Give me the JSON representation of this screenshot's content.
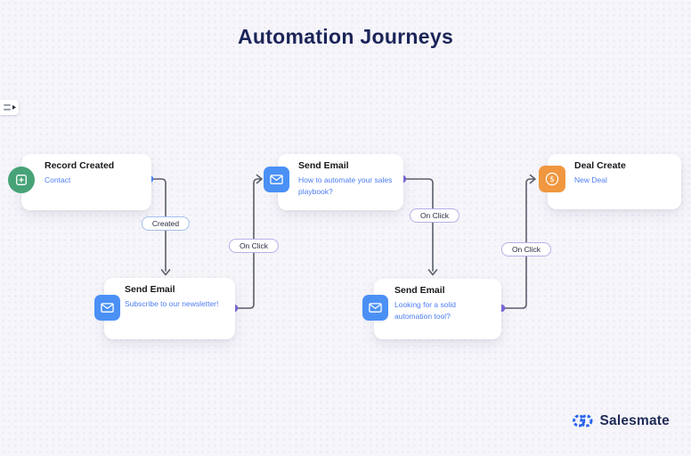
{
  "title": "Automation Journeys",
  "canvas": {
    "background_color": "#f6f5fa",
    "edge_color": "#5a5f6b"
  },
  "nodes": [
    {
      "id": "record-created",
      "title": "Record Created",
      "subtitle": "Contact",
      "icon": "record-plus-icon",
      "icon_color": "#47a377",
      "icon_shape": "circle",
      "output_port_color": "#4b8af7"
    },
    {
      "id": "send-email-playbook",
      "title": "Send Email",
      "subtitle": "How to automate your sales playbook?",
      "icon": "envelope-icon",
      "icon_color": "#4a90f5",
      "icon_shape": "rounded-square",
      "output_port_color": "#7b6cd9"
    },
    {
      "id": "deal-create",
      "title": "Deal Create",
      "subtitle": "New Deal",
      "icon": "dollar-icon",
      "icon_color": "#f0973f",
      "icon_shape": "rounded-square"
    },
    {
      "id": "send-email-newsletter",
      "title": "Send Email",
      "subtitle": "Subscribe to our newsletter!",
      "icon": "envelope-icon",
      "icon_color": "#4a90f5",
      "icon_shape": "rounded-square",
      "output_port_color": "#7b6cd9"
    },
    {
      "id": "send-email-tool",
      "title": "Send Email",
      "subtitle": "Looking for a solid automation tool?",
      "icon": "envelope-icon",
      "icon_color": "#4a90f5",
      "icon_shape": "rounded-square",
      "output_port_color": "#7b6cd9"
    }
  ],
  "connections": [
    {
      "from": "record-created",
      "to": "send-email-newsletter",
      "label": "Created",
      "label_border_color": "#a3c0ee"
    },
    {
      "from": "send-email-newsletter",
      "to": "send-email-playbook",
      "label": "On Click",
      "label_border_color": "#b6b0e8"
    },
    {
      "from": "send-email-playbook",
      "to": "send-email-tool",
      "label": "On Click",
      "label_border_color": "#b6b0e8"
    },
    {
      "from": "send-email-tool",
      "to": "deal-create",
      "label": "On Click",
      "label_border_color": "#b6b0e8"
    }
  ],
  "brand": {
    "name": "Salesmate",
    "icon": "salesmate-rings-icon",
    "icon_color": "#2563eb",
    "text_color": "#1e2b56"
  }
}
